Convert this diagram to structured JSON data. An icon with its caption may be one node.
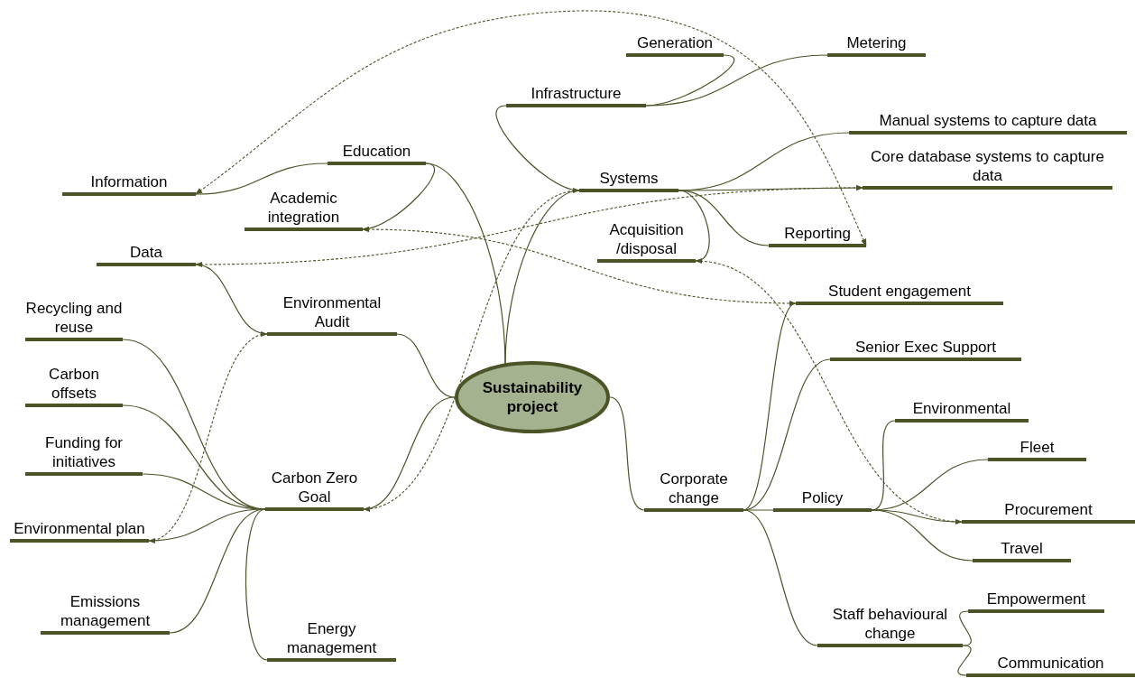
{
  "diagram": {
    "nodes": [
      {
        "text": [
          "Sustainability project"
        ]
      },
      {
        "text": [
          "Education"
        ]
      },
      {
        "text": [
          "Information"
        ]
      },
      {
        "text": [
          "Academic integration"
        ]
      },
      {
        "text": [
          "Systems"
        ]
      },
      {
        "text": [
          "Infrastructure"
        ]
      },
      {
        "text": [
          "Generation"
        ]
      },
      {
        "text": [
          "Metering"
        ]
      },
      {
        "text": [
          "Manual systems to capture data"
        ]
      },
      {
        "text": [
          "Core database systems to capture data"
        ]
      },
      {
        "text": [
          "Acquisition /disposal"
        ]
      },
      {
        "text": [
          "Reporting"
        ]
      },
      {
        "text": [
          "Environmental Audit"
        ]
      },
      {
        "text": [
          "Data"
        ]
      },
      {
        "text": [
          "Carbon Zero Goal"
        ]
      },
      {
        "text": [
          "Recycling and reuse"
        ]
      },
      {
        "text": [
          "Carbon offsets"
        ]
      },
      {
        "text": [
          "Funding for initiatives"
        ]
      },
      {
        "text": [
          "Environmental plan"
        ]
      },
      {
        "text": [
          "Emissions management"
        ]
      },
      {
        "text": [
          "Energy management"
        ]
      },
      {
        "text": [
          "Corporate change"
        ]
      },
      {
        "text": [
          "Student engagement"
        ]
      },
      {
        "text": [
          "Senior Exec Support"
        ]
      },
      {
        "text": [
          "Policy"
        ]
      },
      {
        "text": [
          "Environmental"
        ]
      },
      {
        "text": [
          "Fleet"
        ]
      },
      {
        "text": [
          "Procurement"
        ]
      },
      {
        "text": [
          "Travel"
        ]
      },
      {
        "text": [
          "Staff behavioural change"
        ]
      },
      {
        "text": [
          "Empowerment"
        ]
      },
      {
        "text": [
          "Communication"
        ]
      }
    ],
    "edges": [
      {
        "from": 0,
        "to": 1,
        "arrow": "none"
      },
      {
        "from": 1,
        "to": 2,
        "arrow": "none"
      },
      {
        "from": 1,
        "to": 3,
        "arrow": "to"
      },
      {
        "from": 0,
        "to": 4,
        "arrow": "none"
      },
      {
        "from": 4,
        "to": 5,
        "arrow": "none"
      },
      {
        "from": 5,
        "to": 6,
        "arrow": "none"
      },
      {
        "from": 5,
        "to": 7,
        "arrow": "none"
      },
      {
        "from": 4,
        "to": 8,
        "arrow": "none"
      },
      {
        "from": 4,
        "to": 9,
        "arrow": "to"
      },
      {
        "from": 4,
        "to": 10,
        "arrow": "none"
      },
      {
        "from": 4,
        "to": 11,
        "arrow": "none"
      },
      {
        "from": 0,
        "to": 12,
        "arrow": "none"
      },
      {
        "from": 12,
        "to": 13,
        "arrow": "none"
      },
      {
        "from": 0,
        "to": 14,
        "arrow": "none"
      },
      {
        "from": 14,
        "to": 15,
        "arrow": "none"
      },
      {
        "from": 14,
        "to": 16,
        "arrow": "none"
      },
      {
        "from": 14,
        "to": 17,
        "arrow": "none"
      },
      {
        "from": 14,
        "to": 18,
        "arrow": "none"
      },
      {
        "from": 14,
        "to": 19,
        "arrow": "none"
      },
      {
        "from": 14,
        "to": 20,
        "arrow": "none"
      },
      {
        "from": 0,
        "to": 21,
        "arrow": "none"
      },
      {
        "from": 21,
        "to": 22,
        "arrow": "none"
      },
      {
        "from": 21,
        "to": 23,
        "arrow": "none"
      },
      {
        "from": 21,
        "to": 24,
        "arrow": "none"
      },
      {
        "from": 24,
        "to": 25,
        "arrow": "none"
      },
      {
        "from": 24,
        "to": 26,
        "arrow": "none"
      },
      {
        "from": 24,
        "to": 27,
        "arrow": "none"
      },
      {
        "from": 24,
        "to": 28,
        "arrow": "none"
      },
      {
        "from": 21,
        "to": 29,
        "arrow": "none"
      },
      {
        "from": 29,
        "to": 30,
        "arrow": "none"
      },
      {
        "from": 29,
        "to": 31,
        "arrow": "none"
      },
      {
        "from": 2,
        "to": 11,
        "arrow": "both",
        "style": "dashed"
      },
      {
        "from": 13,
        "to": 9,
        "arrow": "both",
        "style": "dashed"
      },
      {
        "from": 3,
        "to": 22,
        "arrow": "both",
        "style": "dashed"
      },
      {
        "from": 12,
        "to": 18,
        "arrow": "both",
        "style": "dashed"
      },
      {
        "from": 4,
        "to": 14,
        "arrow": "both",
        "style": "dashed"
      },
      {
        "from": 10,
        "to": 27,
        "arrow": "both",
        "style": "dashed"
      }
    ]
  }
}
